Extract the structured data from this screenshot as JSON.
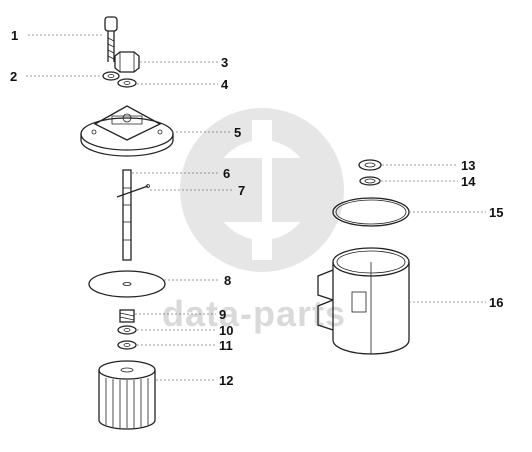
{
  "watermark": {
    "text": "data-parts",
    "color": "#d9d9d9"
  },
  "diagram": {
    "callouts": [
      {
        "id": "1",
        "label": "1"
      },
      {
        "id": "2",
        "label": "2"
      },
      {
        "id": "3",
        "label": "3"
      },
      {
        "id": "4",
        "label": "4"
      },
      {
        "id": "5",
        "label": "5"
      },
      {
        "id": "6",
        "label": "6"
      },
      {
        "id": "7",
        "label": "7"
      },
      {
        "id": "8",
        "label": "8"
      },
      {
        "id": "9",
        "label": "9"
      },
      {
        "id": "10",
        "label": "10"
      },
      {
        "id": "11",
        "label": "11"
      },
      {
        "id": "12",
        "label": "12"
      },
      {
        "id": "13",
        "label": "13"
      },
      {
        "id": "14",
        "label": "14"
      },
      {
        "id": "15",
        "label": "15"
      },
      {
        "id": "16",
        "label": "16"
      }
    ],
    "colors": {
      "line": "#222222",
      "leader": "#777777"
    }
  }
}
